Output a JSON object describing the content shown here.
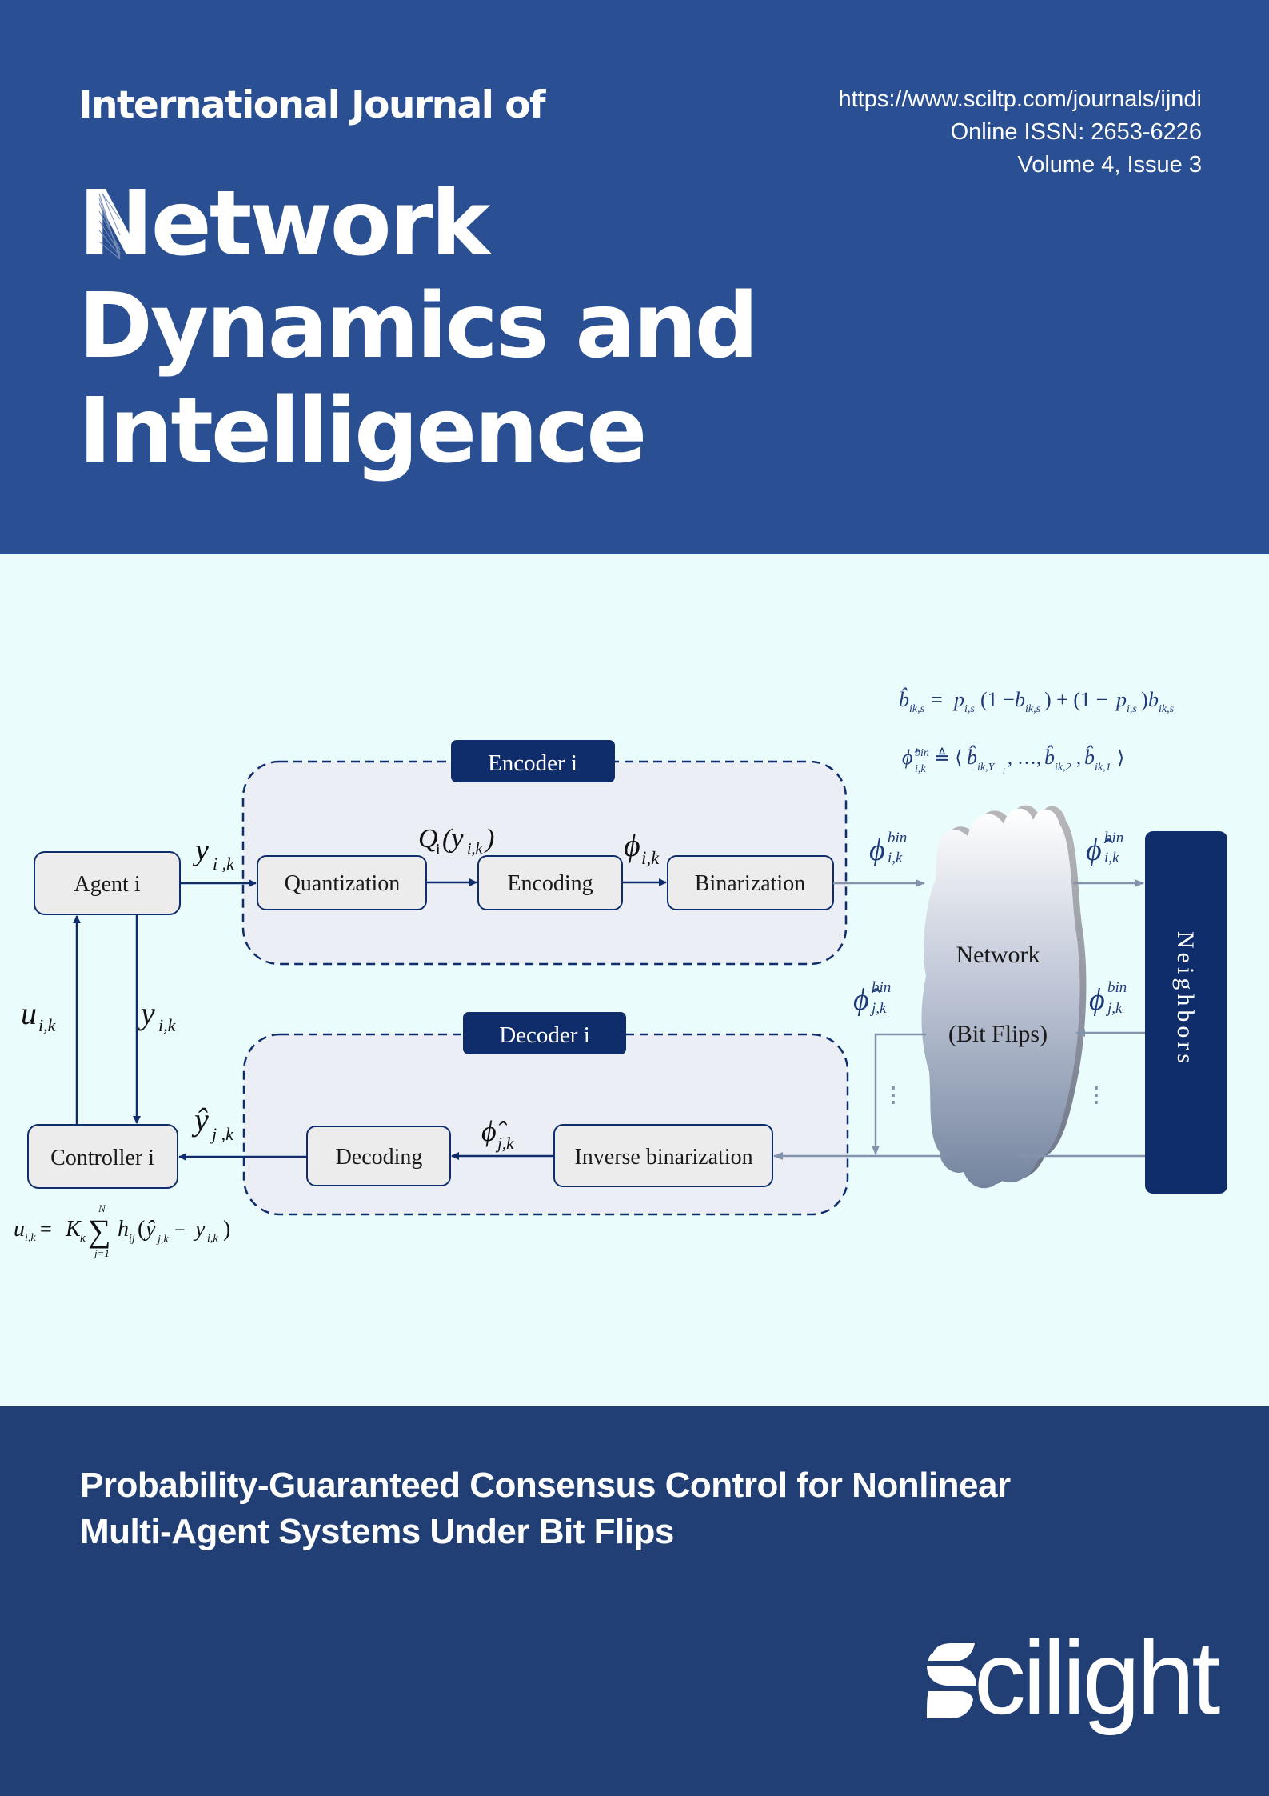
{
  "header": {
    "journal_prefix": "International Journal of",
    "title_lines": [
      "Network",
      "Dynamics and",
      "Intelligence"
    ],
    "title_first_letter": "N",
    "title_first_rest": "etwork",
    "url": "https://www.sciltp.com/journals/ijndi",
    "issn": "Online ISSN: 2653-6226",
    "volume_issue": "Volume 4, Issue 3"
  },
  "colors": {
    "top_band": "#2a5093",
    "middle_band": "#ebfcfd",
    "bottom_band": "#213e75",
    "diagram_navy": "#0f2d6b",
    "diagram_gray_line": "#8393ab"
  },
  "diagram": {
    "agent": "Agent i",
    "controller": "Controller i",
    "encoder_label": "Encoder i",
    "decoder_label": "Decoder i",
    "quantization": "Quantization",
    "encoding": "Encoding",
    "binarization": "Binarization",
    "decoding": "Decoding",
    "inverse_binarization": "Inverse binarization",
    "network_line1": "Network",
    "network_line2": "(Bit Flips)",
    "neighbors": "Neighbors",
    "labels": {
      "y_ik": "y",
      "y_sub": "i ,k",
      "u_ik": "u",
      "u_sub": "i,k",
      "y_ik_down": "y",
      "y_down_sub": "i,k",
      "yhat_jk": "ŷ",
      "yhat_sub": "j ,k",
      "q_func": "Q",
      "q_sub": "i",
      "q_arg": "(y",
      "q_arg_sub": "i,k",
      "q_close": ")",
      "phi_ik": "ϕ",
      "phi_sub": "i,k",
      "phihat_jk": "ϕ̂",
      "phihat_sub": "j,k",
      "phi_bin_out": "ϕ",
      "phi_bin_out_sup": "bin",
      "phi_bin_out_sub": "i,k",
      "phihat_bin_to_neighbors": "ϕ̂",
      "phihat_bin_to_neighbors_sup": "bin",
      "phihat_bin_to_neighbors_sub": "i,k",
      "phihat_bin_in": "ϕ̂",
      "phihat_bin_in_sup": "bin",
      "phihat_bin_in_sub": "j,k",
      "phi_bin_from_neighbors": "ϕ",
      "phi_bin_from_neighbors_sup": "bin",
      "phi_bin_from_neighbors_sub": "j,k",
      "dots": "⋮"
    },
    "equations": {
      "bit_flip": "b̂ik,s = pi,s(1 − bik,s) + (1 − pi,s)bik,s",
      "bit_flip_parts": {
        "lhs": "b̂",
        "lhs_sub": "ik,s",
        "eq": " = ",
        "p1": "p",
        "p1_sub": "i,s",
        "mid1": "(1 − ",
        "b1": "b",
        "b1_sub": "ik,s",
        "mid2": ") + (1 − ",
        "p2": "p",
        "p2_sub": "i,s",
        "mid3": ")",
        "b2": "b",
        "b2_sub": "ik,s"
      },
      "phi_def": "ϕ̂bin i,k ≜ ⟨b̂ik,Yi, …, b̂ik,2, b̂ik,1⟩",
      "phi_def_parts": {
        "lhs": "ϕ̂",
        "lhs_sup": "bin",
        "lhs_sub": "i,k",
        "def": " ≜ ⟨",
        "b1": "b̂",
        "b1_sub": "ik,Y",
        "b1_subsub": "i",
        "sep1": ", …, ",
        "b2": "b̂",
        "b2_sub": "ik,2",
        "sep2": ", ",
        "b3": "b̂",
        "b3_sub": "ik,1",
        "close": "⟩"
      },
      "control_law": "ui,k = Kk Σ(j=1..N) hij(ŷj,k − yi,k)",
      "control_parts": {
        "u": "u",
        "u_sub": "i,k",
        "eq": " = ",
        "K": "K",
        "K_sub": "k",
        "sum": "∑",
        "sum_top": "N",
        "sum_bottom": "j=1",
        "h": "h",
        "h_sub": "ij",
        "open": "(",
        "yhat": "ŷ",
        "yhat_sub": "j,k",
        "minus": " − ",
        "y": "y",
        "y_sub": "i,k",
        "close": ")"
      }
    }
  },
  "article": {
    "title_lines": [
      "Probability-Guaranteed Consensus Control for Nonlinear",
      "Multi-Agent Systems Under Bit Flips"
    ]
  },
  "publisher": {
    "logo_icon": "scilight-s-mark",
    "logo_text": "cilight"
  }
}
